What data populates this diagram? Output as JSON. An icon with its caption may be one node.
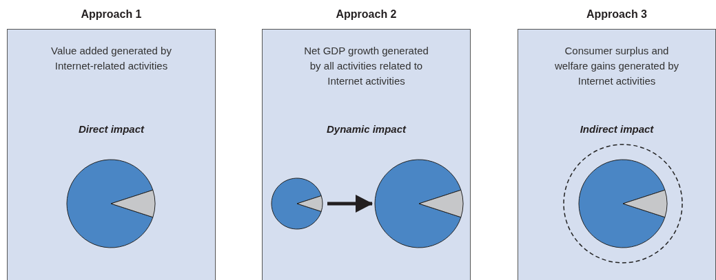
{
  "diagram": {
    "nodes": [
      {
        "text": [
          "Approach 1",
          "Value added generated by Internet-related activities",
          "Direct impact"
        ]
      },
      {
        "text": [],
        "shape": "pie",
        "in": 0
      },
      {
        "text": [
          "Approach 2",
          "Net GDP growth generated by all activities related to Internet activities",
          "Dynamic impact"
        ]
      },
      {
        "text": [],
        "shape": "pie",
        "in": 2
      },
      {
        "text": [],
        "shape": "pie",
        "in": 2
      },
      {
        "text": [
          "Approach 3",
          "Consumer surplus and welfare gains generated by Internet activities",
          "Indirect impact"
        ]
      },
      {
        "text": [],
        "shape": "circle",
        "in": 5
      },
      {
        "text": [],
        "shape": "pie",
        "in": 6
      }
    ],
    "edges": [
      {
        "from": 3,
        "to": 4,
        "arrow": "to"
      }
    ]
  }
}
